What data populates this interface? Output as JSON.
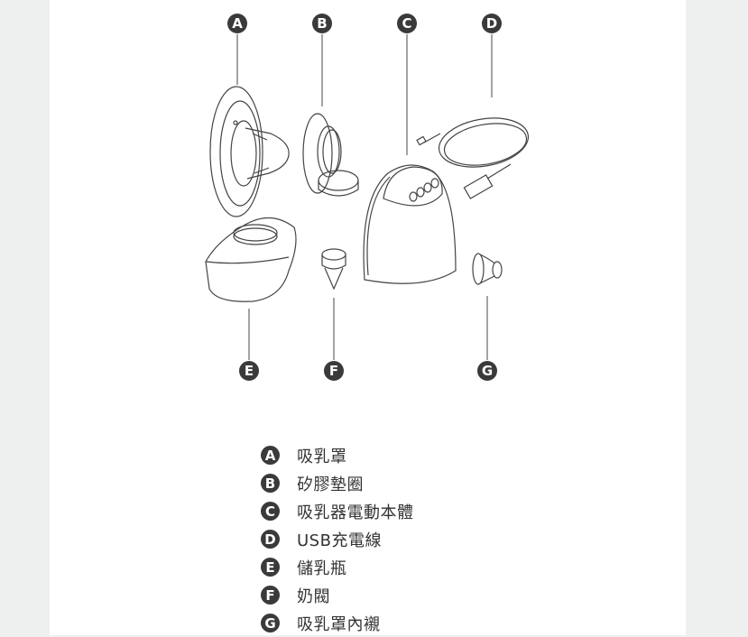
{
  "parts": [
    {
      "letter": "A",
      "name": "吸乳罩"
    },
    {
      "letter": "B",
      "name": "矽膠墊圈"
    },
    {
      "letter": "C",
      "name": "吸乳器電動本體"
    },
    {
      "letter": "D",
      "name": "USB充電線"
    },
    {
      "letter": "E",
      "name": "儲乳瓶"
    },
    {
      "letter": "F",
      "name": "奶閥"
    },
    {
      "letter": "G",
      "name": "吸乳罩內襯"
    }
  ],
  "colors": {
    "badge": "#3a3a3a",
    "line": "#444444",
    "margin": "#eef0ef"
  }
}
